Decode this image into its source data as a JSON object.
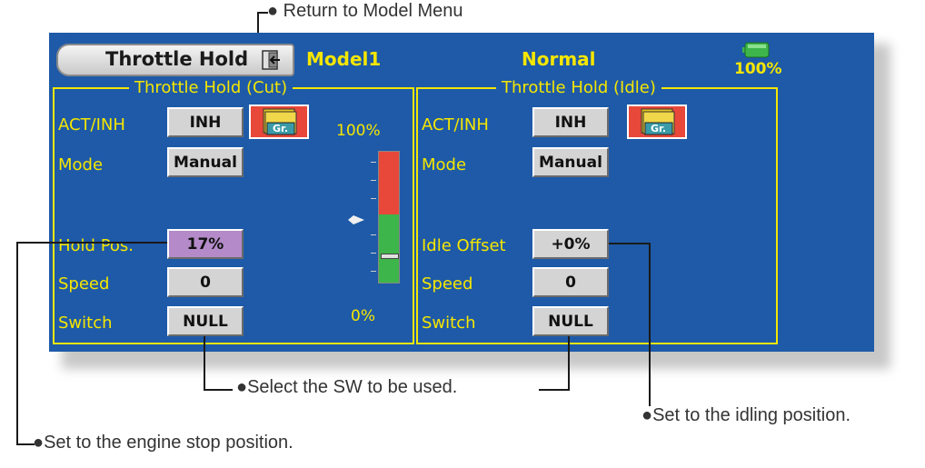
{
  "header": {
    "title": "Throttle Hold",
    "model": "Model1",
    "condition": "Normal",
    "battery": "100%"
  },
  "left_panel": {
    "title": "Throttle Hold (Cut)",
    "act_label": "ACT/INH",
    "act_value": "INH",
    "mode_label": "Mode",
    "mode_value": "Manual",
    "hold_label": "Hold Pos.",
    "hold_value": "17%",
    "speed_label": "Speed",
    "speed_value": "0",
    "switch_label": "Switch",
    "switch_value": "NULL",
    "gauge_top": "100%",
    "gauge_bottom": "0%",
    "gauge_level": 0.17
  },
  "right_panel": {
    "title": "Throttle Hold (Idle)",
    "act_label": "ACT/INH",
    "act_value": "INH",
    "mode_label": "Mode",
    "mode_value": "Manual",
    "offset_label": "Idle Offset",
    "offset_value": "+0%",
    "speed_label": "Speed",
    "speed_value": "0",
    "switch_label": "Switch",
    "switch_value": "NULL"
  },
  "group_button_label": "Gr.",
  "annotations": {
    "return": "● Return to Model Menu",
    "select_sw": "●Select the SW to be used.",
    "idling": "●Set to the idling position.",
    "engine_stop": "●Set to the engine stop position."
  },
  "colors": {
    "screen_bg": "#1e5aa8",
    "accent_yellow": "#f5e600",
    "gauge_red": "#e8483a",
    "gauge_green": "#3db54a",
    "hold_button": "#b48bc8"
  },
  "icons": [
    "return-icon",
    "battery-icon",
    "group-folder-icon"
  ]
}
